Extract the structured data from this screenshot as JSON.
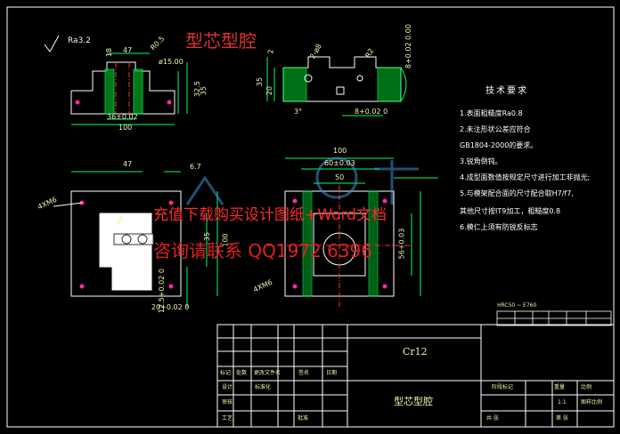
{
  "drawing": {
    "title": "型芯型腔",
    "material": "Cr12",
    "part_name": "型芯型腔",
    "hardness": "HRC50 ~ E760"
  },
  "roughness": "Ra3.2",
  "front_dims": {
    "d47": "47",
    "d18": "18",
    "r05": "R0.5",
    "phi15": "ø15.00",
    "d32": "32.5",
    "d35": "35",
    "d36": "36±0.02",
    "d100": "100"
  },
  "side_dims": {
    "d35": "35",
    "d20": "20",
    "d2": "2",
    "d298": "2-ø8",
    "r2": "R2",
    "tol8": "8+0.02 0.00",
    "ang3": "3°",
    "tol8b": "8+0.02 0"
  },
  "plan_dims": {
    "d47": "47",
    "d67": "6.7",
    "mx": "4XM6",
    "d100": "100",
    "b35": "35",
    "d125": "12.5+0.02 0",
    "d20": "20+0.02 0",
    "phi4": "ø4"
  },
  "cavity_dims": {
    "d100": "100",
    "d60": "60±0.03",
    "d50": "50",
    "d56": "56+0.03",
    "mx": "4XM6"
  },
  "tech": {
    "heading": "技术要求",
    "items": [
      "1.表面粗糙度Ra0.8",
      "2.未注形状公差应符合",
      "GB1804-2000的要求。",
      "3.锐角倒钝。",
      "4.成型面数值按规定尺寸进行加工非抛光;",
      "5.与模架配合面的尺寸配合取H7/f7,",
      "其他尺寸按IT9加工，粗糙度0.8",
      "6.模仁上须有防锐反标志"
    ]
  },
  "watermark": {
    "line1": "充值下载购买设计图纸+Word文档",
    "line2": "咨询请联系  QQ1972 6396"
  },
  "title_block": {
    "h_mark": "标记",
    "h_qty": "处数",
    "h_zone": "更改文件名",
    "h_sign": "签名",
    "h_date": "日期",
    "h_design": "设计",
    "h_std": "标准化",
    "h_check": "审核",
    "h_craft": "工艺",
    "h_approve": "批准",
    "h_stage": "阶段标记",
    "h_weight": "重量",
    "h_scale": "比例",
    "v_scale": "1:1",
    "h_sheet": "共  张",
    "h_page": "第  张",
    "h_ratio": "图样比例"
  }
}
